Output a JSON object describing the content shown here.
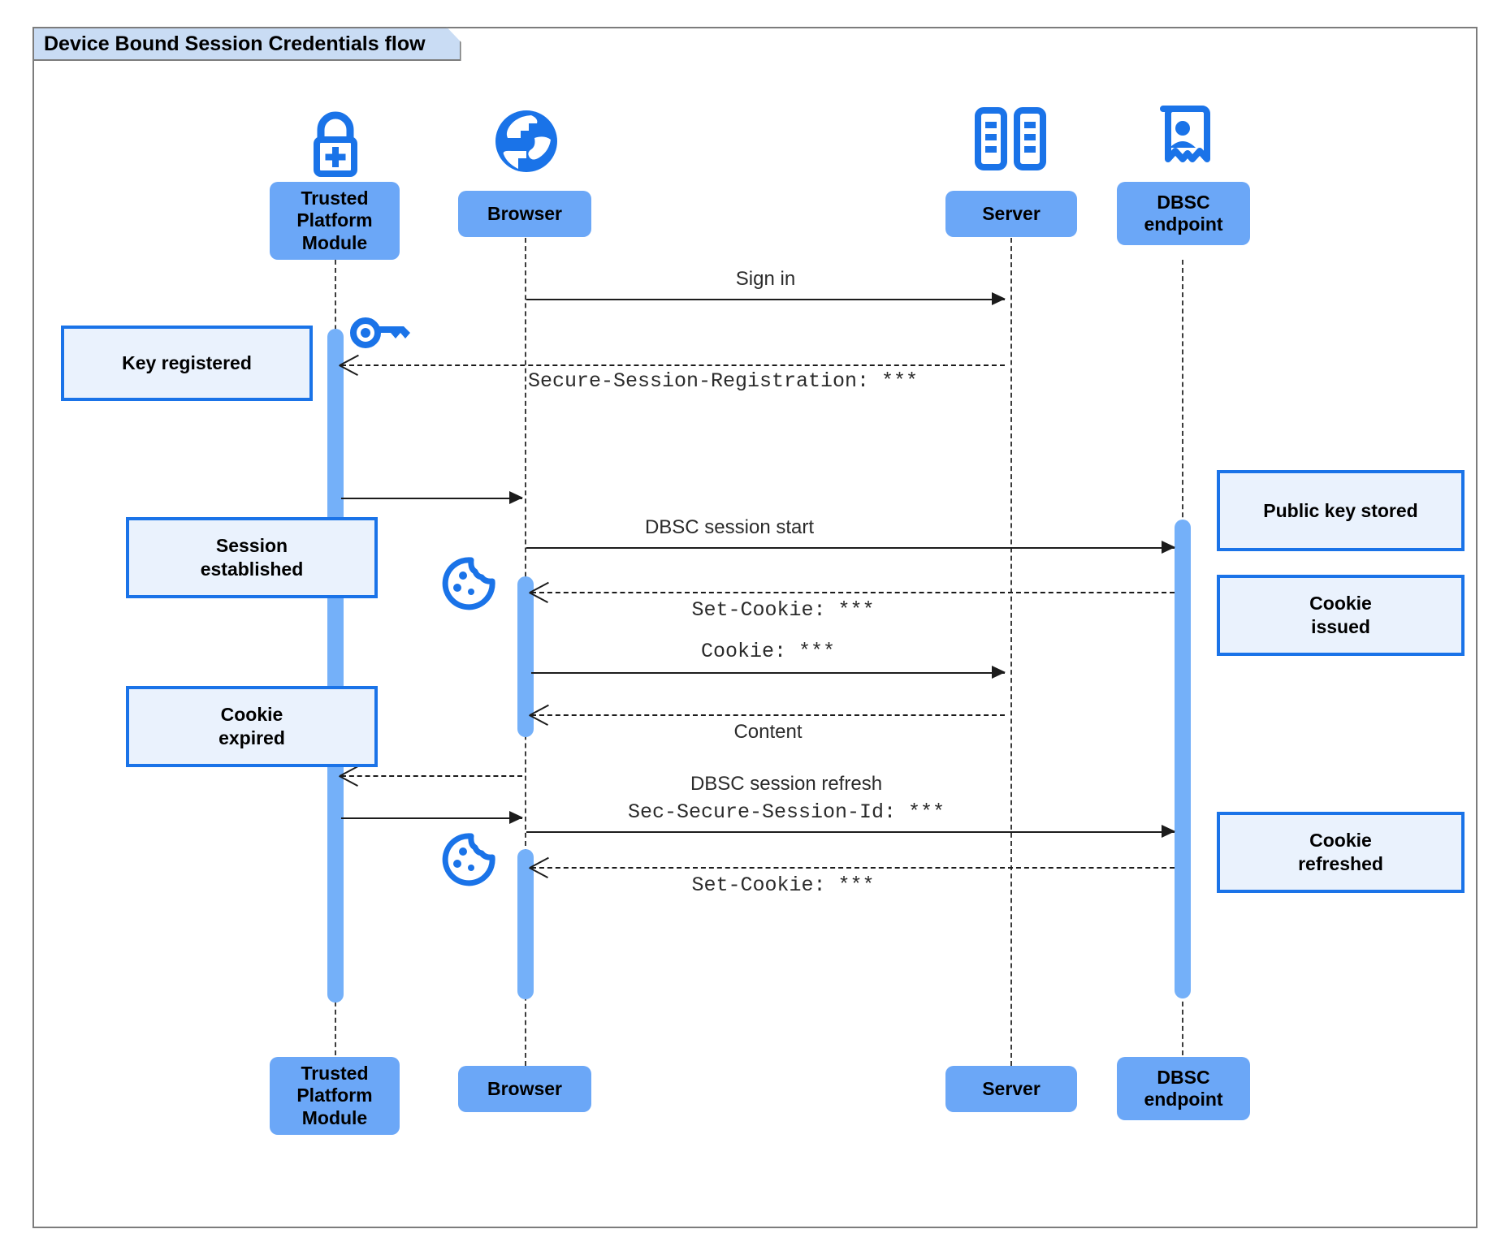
{
  "diagram": {
    "type": "uml-sequence-diagram",
    "title": "Device Bound Session Credentials flow",
    "colors": {
      "frame_border": "#7c7c7c",
      "title_fill": "#c9dcf4",
      "participant_fill": "#6ba7f7",
      "activation_fill": "#74b0f9",
      "note_fill": "#eaf2fd",
      "note_border": "#1a73e8",
      "icon_blue": "#1a73e8",
      "line": "#1c1c1c"
    }
  },
  "participants": [
    {
      "id": "tpm",
      "label": "Trusted\nPlatform\nModule",
      "label_line1": "Trusted",
      "label_line2": "Platform",
      "label_line3": "Module",
      "icon": "lock-plus-icon"
    },
    {
      "id": "browser",
      "label": "Browser",
      "icon": "globe-icon"
    },
    {
      "id": "server",
      "label": "Server",
      "icon": "server-racks-icon"
    },
    {
      "id": "dbsc",
      "label": "DBSC\nendpoint",
      "label_line1": "DBSC",
      "label_line2": "endpoint",
      "icon": "id-badge-icon"
    }
  ],
  "messages": [
    {
      "id": "m1",
      "from": "browser",
      "to": "server",
      "label": "Sign in",
      "style": "solid",
      "font": "sans"
    },
    {
      "id": "m2",
      "from": "server",
      "to": "tpm",
      "label": "Secure-Session-Registration: ***",
      "style": "dashed",
      "font": "mono"
    },
    {
      "id": "m3",
      "from": "tpm",
      "to": "browser",
      "label": "",
      "style": "solid",
      "font": "sans"
    },
    {
      "id": "m4",
      "from": "browser",
      "to": "dbsc",
      "label": "DBSC session start",
      "style": "solid",
      "font": "sans"
    },
    {
      "id": "m5",
      "from": "dbsc",
      "to": "browser",
      "label": "Set-Cookie: ***",
      "style": "dashed",
      "font": "mono"
    },
    {
      "id": "m6",
      "from": "browser",
      "to": "server",
      "label": "Cookie: ***",
      "style": "solid",
      "font": "mono"
    },
    {
      "id": "m7",
      "from": "server",
      "to": "browser",
      "label": "Content",
      "style": "dashed",
      "font": "sans"
    },
    {
      "id": "m8",
      "from": "browser",
      "to": "tpm",
      "label": "",
      "style": "dashed",
      "font": "sans"
    },
    {
      "id": "m9",
      "from": "tpm",
      "to": "browser",
      "label": "",
      "style": "solid",
      "font": "sans"
    },
    {
      "id": "m10",
      "from": "browser",
      "to": "dbsc",
      "label": "DBSC session refresh",
      "label2": "Sec-Secure-Session-Id: ***",
      "style": "solid",
      "font": "sans"
    },
    {
      "id": "m11",
      "from": "dbsc",
      "to": "browser",
      "label": "Set-Cookie: ***",
      "style": "dashed",
      "font": "mono"
    }
  ],
  "notes": [
    {
      "id": "n1",
      "text": "Key registered",
      "line1": "Key registered",
      "line2": "",
      "side": "left"
    },
    {
      "id": "n2",
      "text": "Session established",
      "line1": "Session",
      "line2": "established",
      "side": "left"
    },
    {
      "id": "n3",
      "text": "Cookie expired",
      "line1": "Cookie",
      "line2": "expired",
      "side": "left"
    },
    {
      "id": "n4",
      "text": "Public key stored",
      "line1": "Public key stored",
      "line2": "",
      "side": "right"
    },
    {
      "id": "n5",
      "text": "Cookie issued",
      "line1": "Cookie",
      "line2": "issued",
      "side": "right"
    },
    {
      "id": "n6",
      "text": "Cookie refreshed",
      "line1": "Cookie",
      "line2": "refreshed",
      "side": "right"
    }
  ],
  "inline_icons": [
    {
      "id": "i1",
      "name": "key-icon",
      "near": "tpm"
    },
    {
      "id": "i2",
      "name": "cookie-icon",
      "near": "browser"
    },
    {
      "id": "i3",
      "name": "cookie-icon",
      "near": "browser"
    }
  ]
}
